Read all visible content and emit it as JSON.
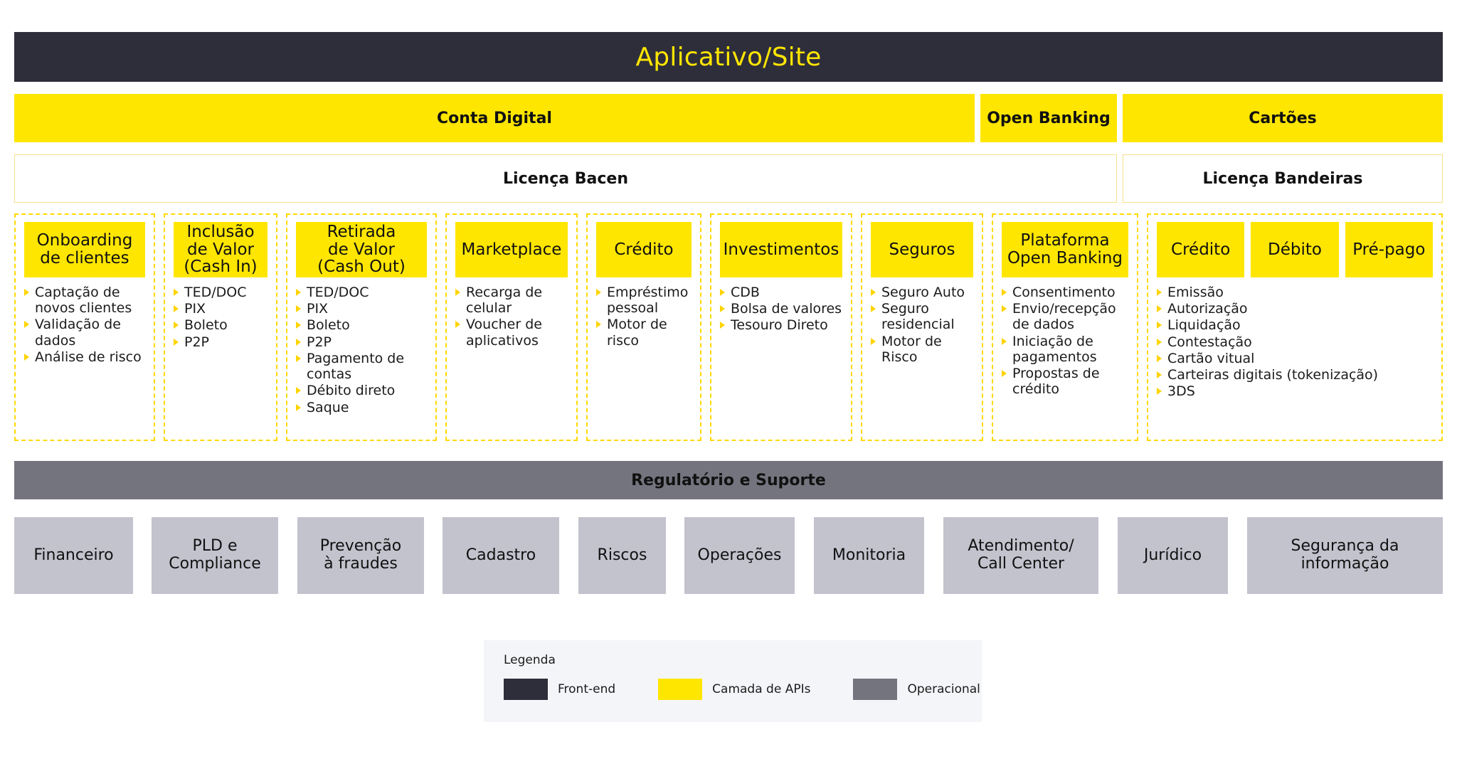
{
  "frontend": {
    "title": "Aplicativo/Site"
  },
  "api_bands": [
    {
      "key": "conta",
      "label": "Conta Digital"
    },
    {
      "key": "open",
      "label": "Open Banking"
    },
    {
      "key": "cartoes",
      "label": "Cartões"
    }
  ],
  "licenses": [
    {
      "key": "bacen",
      "label": "Licença Bacen"
    },
    {
      "key": "bandeiras",
      "label": "Licença Bandeiras"
    }
  ],
  "capabilities": [
    {
      "key": "onboarding",
      "heading": "Onboarding\nde clientes",
      "items": [
        "Captação de\nnovos clientes",
        "Validação de\ndados",
        "Análise de\nrisco"
      ]
    },
    {
      "key": "cash_in",
      "heading": "Inclusão\nde Valor\n(Cash In)",
      "items": [
        "TED/DOC",
        "PIX",
        "Boleto",
        "P2P"
      ]
    },
    {
      "key": "cash_out",
      "heading": "Retirada\nde Valor\n(Cash Out)",
      "items": [
        "TED/DOC",
        "PIX",
        "Boleto",
        "P2P",
        "Pagamento de\ncontas",
        "Débito direto",
        "Saque"
      ]
    },
    {
      "key": "marketplace",
      "heading": "Marketplace",
      "items": [
        "Recarga de\ncelular",
        "Voucher de\naplicativos"
      ]
    },
    {
      "key": "credito",
      "heading": "Crédito",
      "items": [
        "Empréstimo\npessoal",
        "Motor de\nrisco"
      ]
    },
    {
      "key": "investimentos",
      "heading": "Investimentos",
      "items": [
        "CDB",
        "Bolsa de valores",
        "Tesouro Direto"
      ]
    },
    {
      "key": "seguros",
      "heading": "Seguros",
      "items": [
        "Seguro Auto",
        "Seguro\nresidencial",
        "Motor de\nRisco"
      ]
    },
    {
      "key": "plataforma_open_banking",
      "heading": "Plataforma\nOpen Banking",
      "items": [
        "Consentimento",
        "Envio/recepção\nde dados",
        "Iniciação de\npagamentos",
        "Propostas de\ncrédito"
      ]
    }
  ],
  "cards_column": {
    "key": "cartoes",
    "headings": [
      "Crédito",
      "Débito",
      "Pré-pago"
    ],
    "items": [
      "Emissão",
      "Autorização",
      "Liquidação",
      "Contestação",
      "Cartão vitual",
      "Carteiras digitais (tokenização)",
      "3DS"
    ]
  },
  "operational": {
    "band_label": "Regulatório e Suporte",
    "tiles": [
      "Financeiro",
      "PLD e\nCompliance",
      "Prevenção\nà fraudes",
      "Cadastro",
      "Riscos",
      "Operações",
      "Monitoria",
      "Atendimento/\nCall Center",
      "Jurídico",
      "Segurança da\ninformação"
    ]
  },
  "legend": {
    "title": "Legenda",
    "items": [
      {
        "label": "Front-end",
        "color": "#2e2e3a"
      },
      {
        "label": "Camada de APIs",
        "color": "#ffe600"
      },
      {
        "label": "Operacional",
        "color": "#74747f"
      }
    ]
  },
  "colors": {
    "front_end": "#2e2e3a",
    "api_yellow": "#ffe600",
    "dashed_yellow": "#ffd900",
    "operational_band": "#74747f",
    "operational_tile": "#c2c3cd",
    "legend_bg": "#f4f5f8",
    "license_border": "#f5e08a"
  }
}
